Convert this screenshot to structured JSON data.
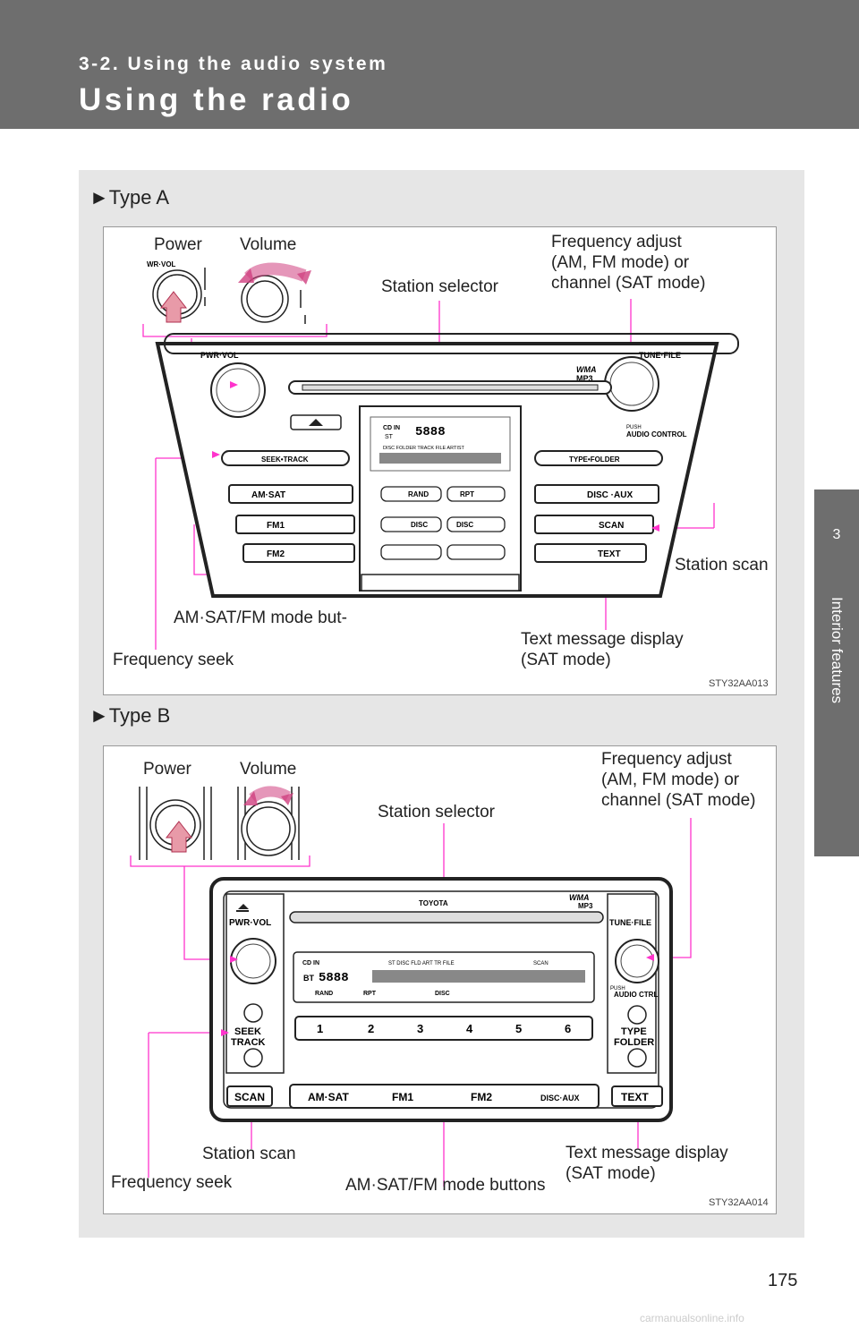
{
  "header": {
    "section": "3-2. Using the audio system",
    "title": "Using the radio"
  },
  "side_tab": {
    "number": "3",
    "label": "Interior features"
  },
  "type_a": {
    "heading": "►Type A",
    "labels": {
      "power": "Power",
      "volume": "Volume",
      "station_selector": "Station selector",
      "freq_adjust": "Frequency adjust\n(AM, FM mode) or\nchannel (SAT mode)",
      "station_scan": "Station scan",
      "mode_buttons": "AM·SAT/FM    mode    but-",
      "freq_seek": "Frequency seek",
      "text_msg": "Text message display\n(SAT mode)"
    },
    "code": "STY32AA013",
    "unit": {
      "pwr_vol": "PWR·VOL",
      "wr_vol": "WR·VOL",
      "tune_file": "TUNE·FILE",
      "wma": "WMA",
      "mp3": "MP3",
      "push": "PUSH",
      "audio_control": "AUDIO CONTROL",
      "seek_track": "SEEK•TRACK",
      "type_folder": "TYPE•FOLDER",
      "am_sat": "AM·SAT",
      "fm1": "FM1",
      "fm2": "FM2",
      "disc_aux": "DISC ·AUX",
      "scan": "SCAN",
      "text": "TEXT",
      "cd_in": "CD IN",
      "st": "ST",
      "disc_row": "DISC  FOLDER TRACK FILE      ARTIST",
      "rand": "RAND",
      "rpt": "RPT",
      "disc": "DISC",
      "seg": "5888"
    }
  },
  "type_b": {
    "heading": "►Type B",
    "labels": {
      "power": "Power",
      "volume": "Volume",
      "station_selector": "Station selector",
      "freq_adjust": "Frequency adjust\n(AM, FM mode) or\nchannel (SAT mode)",
      "station_scan": "Station scan",
      "freq_seek": "Frequency seek",
      "mode_buttons": "AM·SAT/FM mode buttons",
      "text_msg": "Text message display\n(SAT mode)"
    },
    "code": "STY32AA014",
    "unit": {
      "toyota": "TOYOTA",
      "pwr_vol": "PWR·VOL",
      "tune_file": "TUNE·FILE",
      "wma": "WMA",
      "mp3": "MP3",
      "push": "PUSH",
      "audio_ctrl": "AUDIO CTRL",
      "seek": "SEEK",
      "track": "TRACK",
      "type": "TYPE",
      "folder": "FOLDER",
      "scan": "SCAN",
      "am_sat": "AM·SAT",
      "fm1": "FM1",
      "fm2": "FM2",
      "disc_aux": "DISC·AUX",
      "text": "TEXT",
      "cd_in": "CD IN",
      "bt": "BT",
      "st_row": "ST   DISC        FLD  ART   TR   FILE",
      "scan_small": "SCAN",
      "rand": "RAND",
      "rpt": "RPT",
      "disc": "DISC",
      "seg": "5888",
      "presets": [
        "1",
        "2",
        "3",
        "4",
        "5",
        "6"
      ]
    }
  },
  "page_number": "175",
  "watermark": "carmanualsonline.info"
}
